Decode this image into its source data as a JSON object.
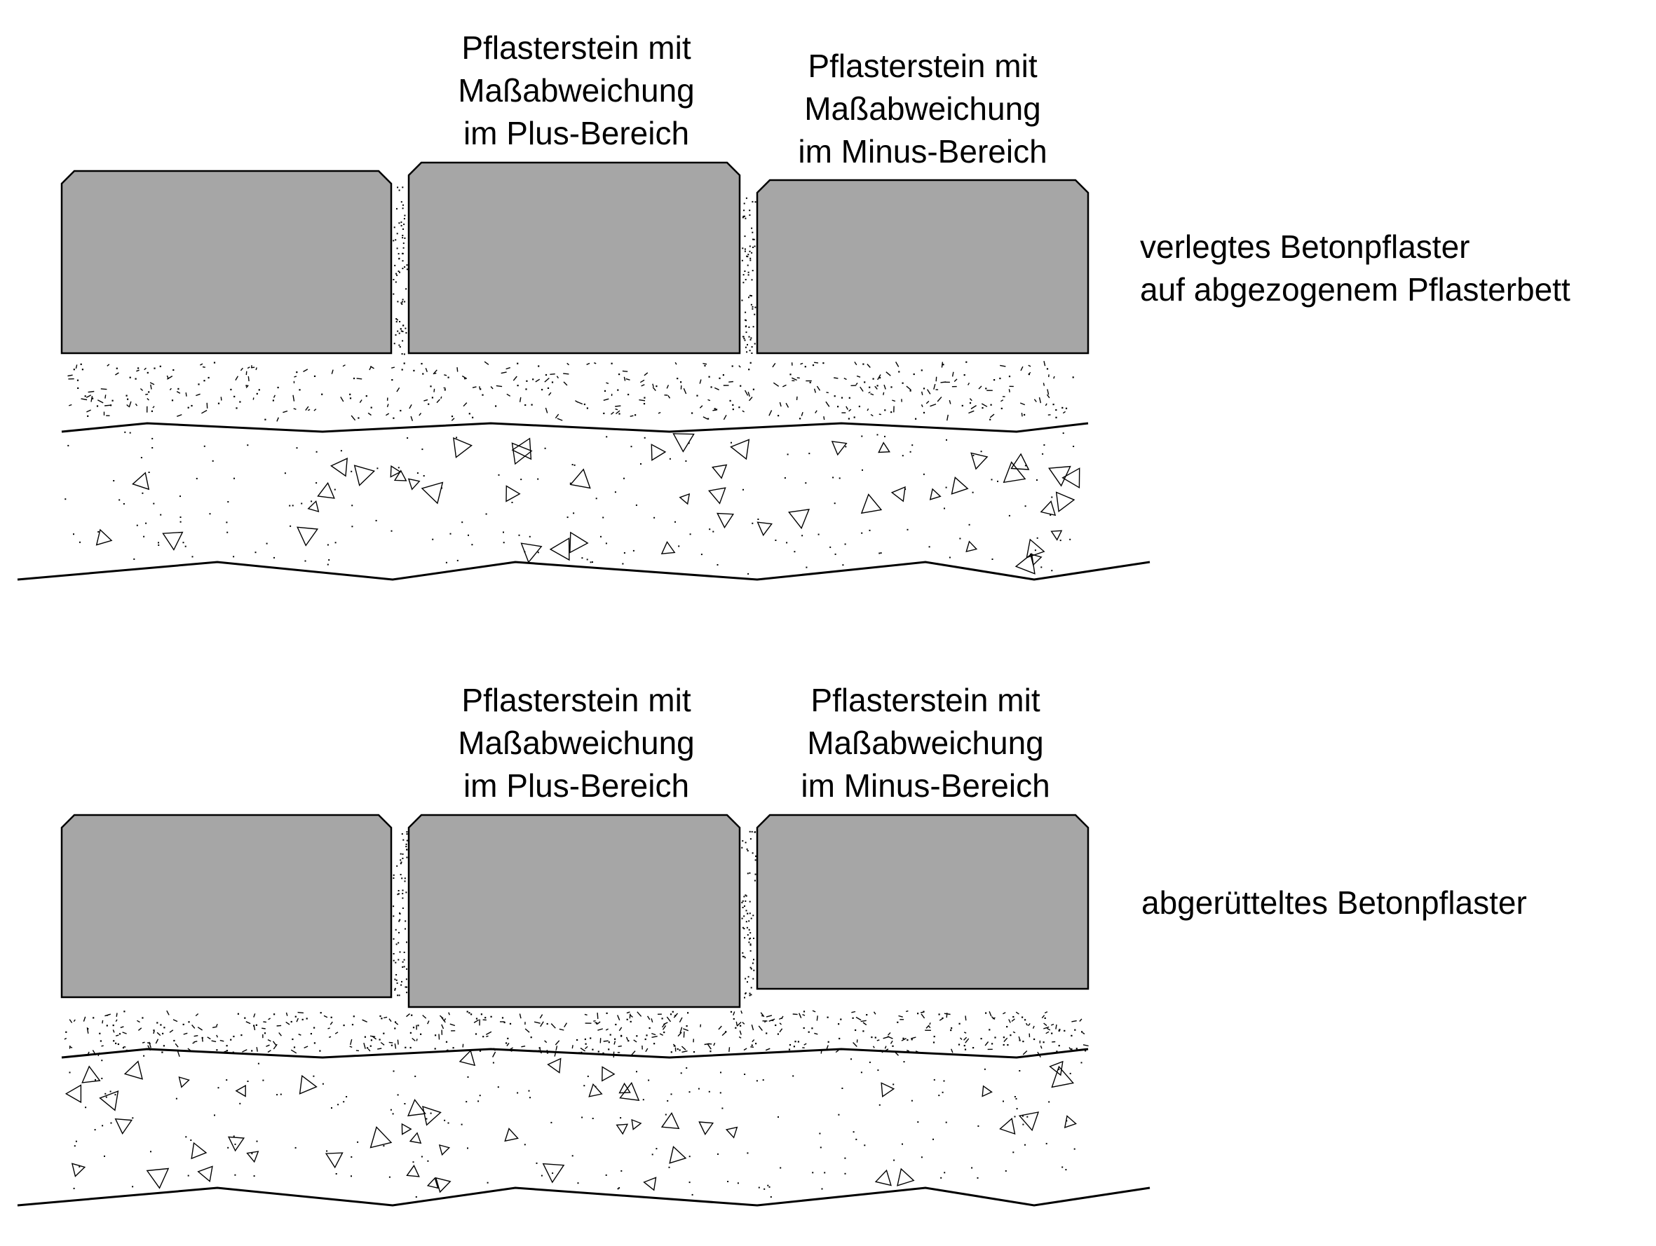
{
  "colors": {
    "stone_fill": "#a6a6a6",
    "outline": "#000000",
    "background": "#ffffff"
  },
  "panels": [
    {
      "state": "laid",
      "description_lines": [
        "verlegtes Betonpflaster",
        "auf abgezogenem Pflasterbett"
      ],
      "stone_plus_label": [
        "Pflasterstein mit",
        "Maßabweichung",
        "im Plus-Bereich"
      ],
      "stone_minus_label": [
        "Pflasterstein mit",
        "Maßabweichung",
        "im Minus-Bereich"
      ]
    },
    {
      "state": "compacted",
      "description_lines": [
        "abgerütteltes Betonpflaster"
      ],
      "stone_plus_label": [
        "Pflasterstein mit",
        "Maßabweichung",
        "im Plus-Bereich"
      ],
      "stone_minus_label": [
        "Pflasterstein mit",
        "Maßabweichung",
        "im Minus-Bereich"
      ]
    }
  ]
}
